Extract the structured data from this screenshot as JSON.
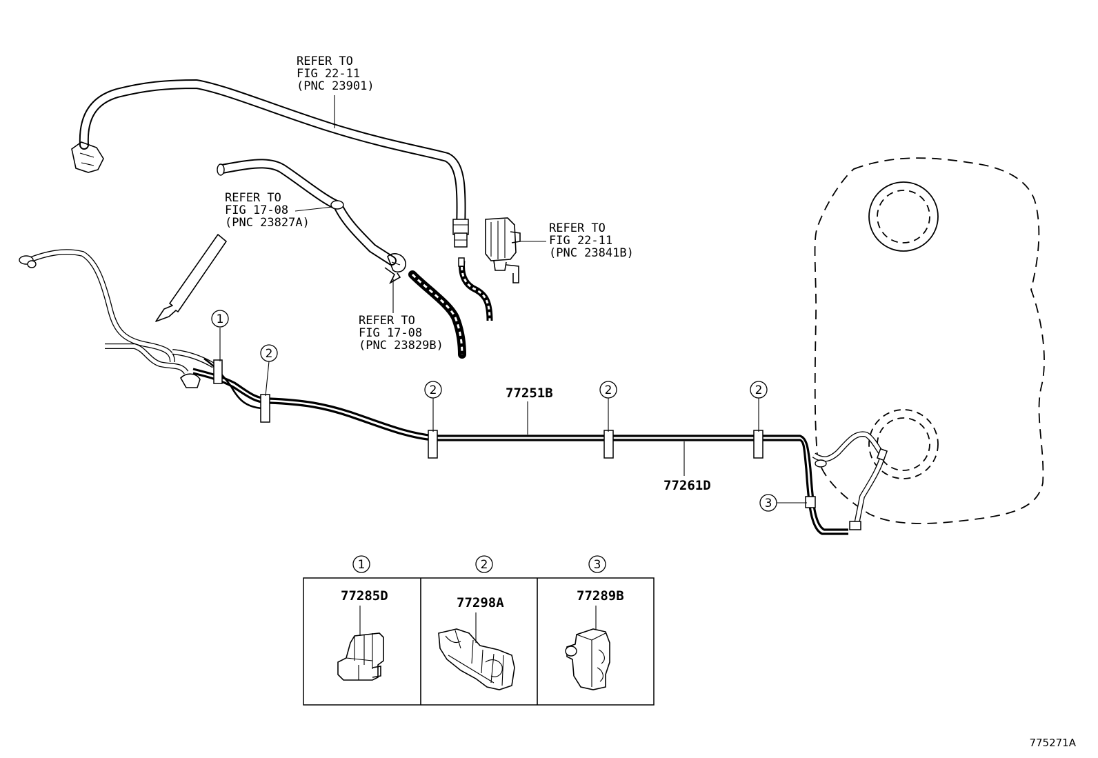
{
  "refs": {
    "top": [
      "REFER TO",
      "FIG 22-11",
      "(PNC 23901)"
    ],
    "mid_left": [
      "REFER TO",
      "FIG 17-08",
      "(PNC 23827A)"
    ],
    "right": [
      "REFER TO",
      "FIG 22-11",
      "(PNC 23841B)"
    ],
    "bottom": [
      "REFER TO",
      "FIG 17-08",
      "(PNC 23829B)"
    ]
  },
  "callouts": {
    "c1": "1",
    "c2": "2",
    "c3": "3"
  },
  "part_numbers": {
    "tube_upper": "77251B",
    "tube_lower": "77261D"
  },
  "legend": [
    {
      "number": "1",
      "part": "77285D"
    },
    {
      "number": "2",
      "part": "77298A"
    },
    {
      "number": "3",
      "part": "77289B"
    }
  ],
  "figure_id": "775271A"
}
